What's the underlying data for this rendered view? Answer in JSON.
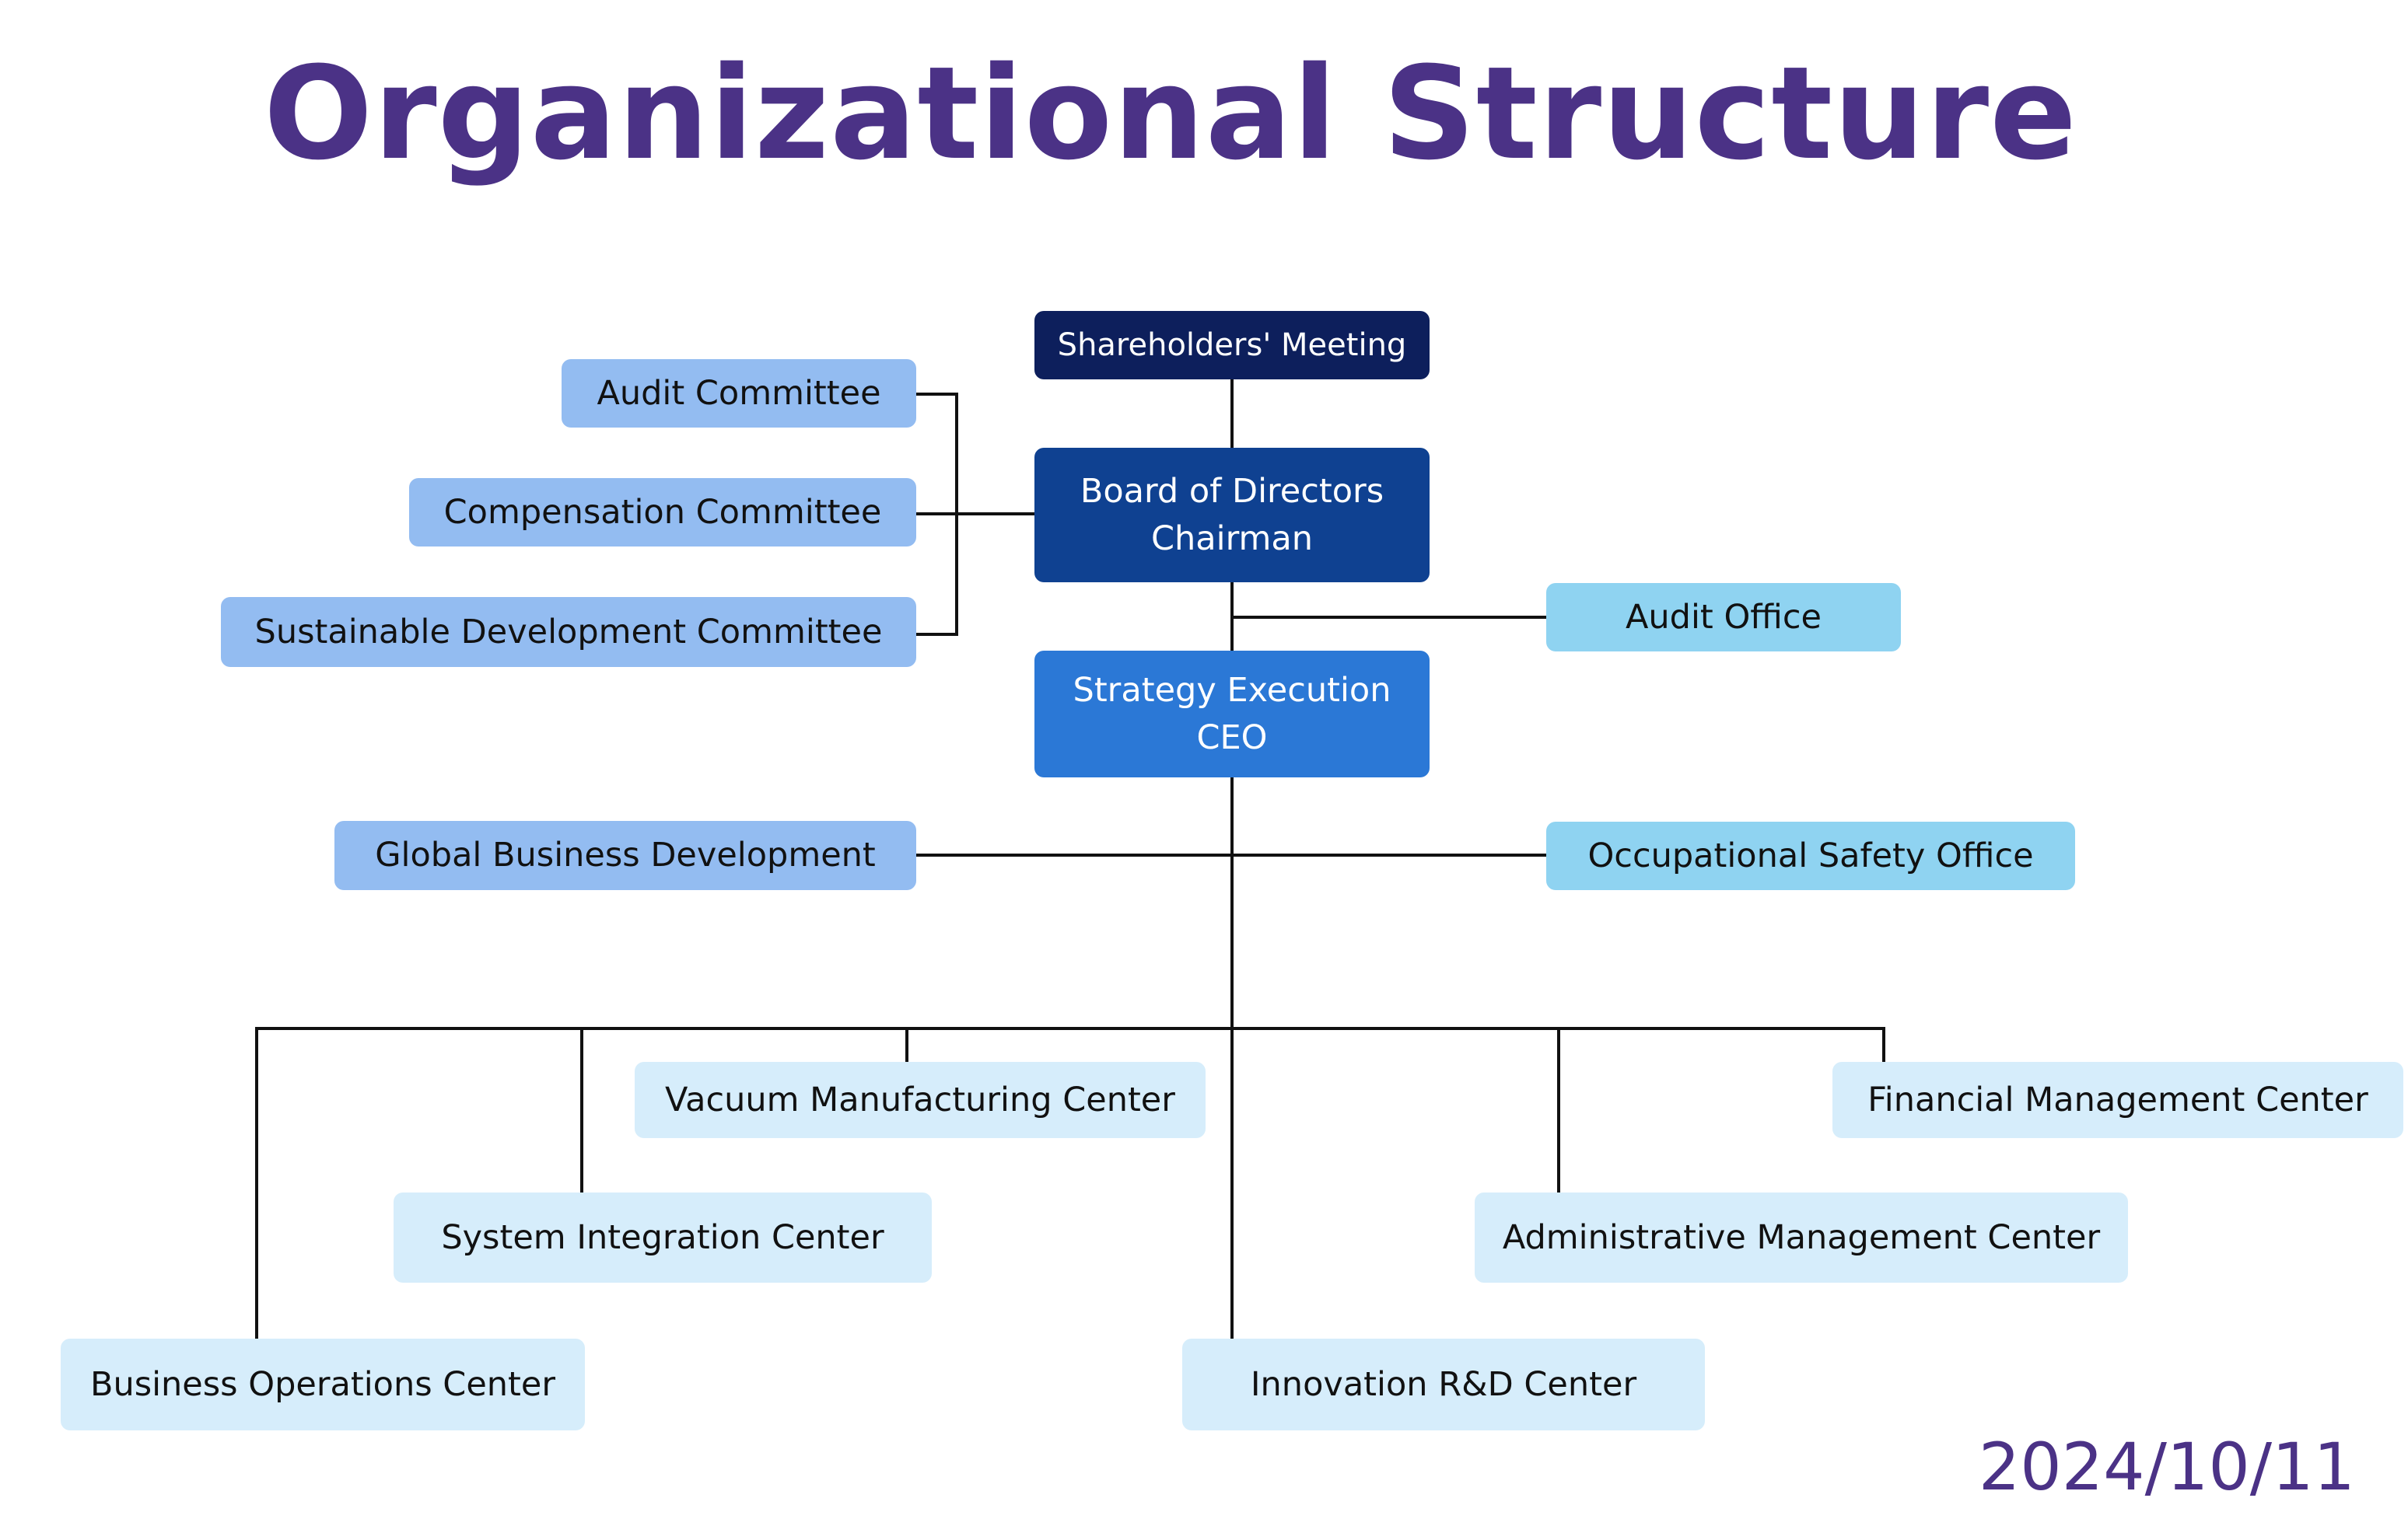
{
  "title": "Organizational Structure",
  "date": "2024/10/11",
  "nodes": {
    "shareholders": "Shareholders' Meeting",
    "board_line1": "Board of Directors",
    "board_line2": "Chairman",
    "ceo_line1": "Strategy Execution",
    "ceo_line2": "CEO",
    "audit_committee": "Audit Committee",
    "compensation_committee": "Compensation Committee",
    "sustainable_committee": "Sustainable Development Committee",
    "audit_office": "Audit Office",
    "global_business": "Global Business Development",
    "occupational_safety": "Occupational Safety Office",
    "vacuum_manufacturing": "Vacuum Manufacturing Center",
    "financial_management": "Financial Management Center",
    "system_integration": "System Integration Center",
    "administrative_management": "Administrative Management Center",
    "business_operations": "Business Operations Center",
    "innovation_rd": "Innovation R&D Center"
  },
  "colors": {
    "title": "#4b3286",
    "shareholders": "#0d1f5c",
    "board": "#0f4191",
    "ceo": "#2b78d6",
    "committee": "#93bcf1",
    "office": "#8fd3f1",
    "center": "#d6edfb"
  }
}
